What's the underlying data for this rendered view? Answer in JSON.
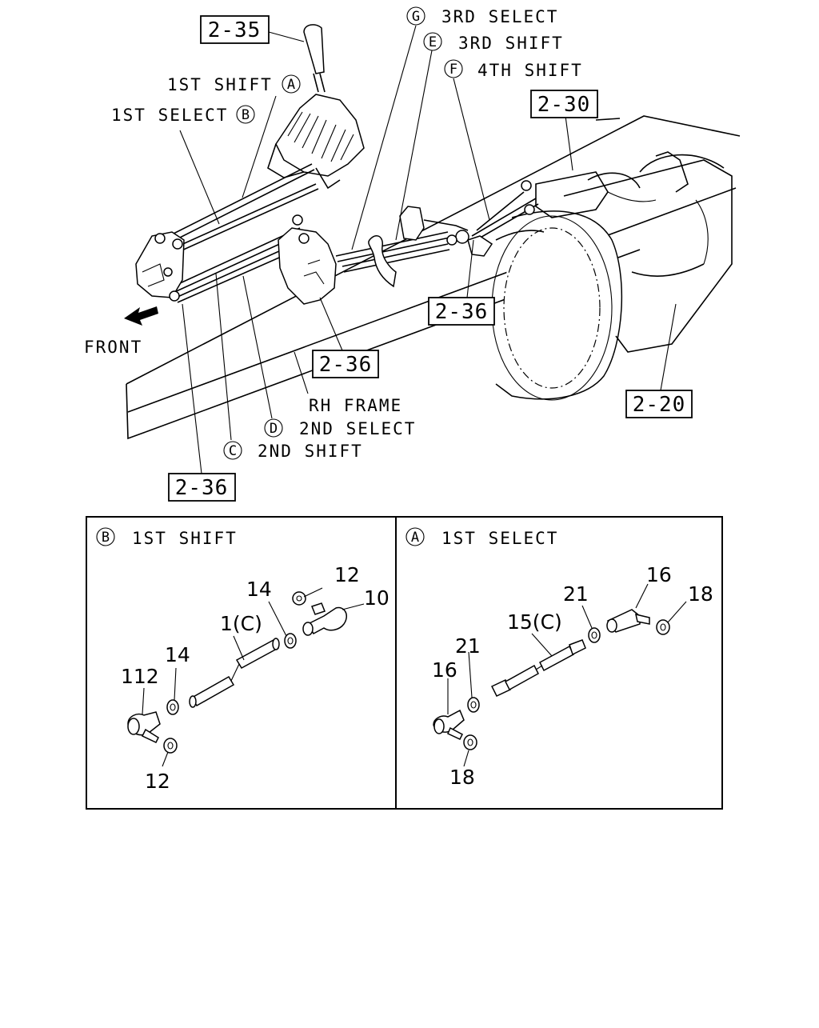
{
  "diagram": {
    "callouts": {
      "c_2_35": "2-35",
      "c_2_30": "2-30",
      "c_2_36_mid": "2-36",
      "c_2_36_center": "2-36",
      "c_2_36_bottom": "2-36",
      "c_2_20": "2-20"
    },
    "letters": {
      "a": "A",
      "b": "B",
      "c": "C",
      "d": "D",
      "e": "E",
      "f": "F",
      "g": "G"
    },
    "labels": {
      "third_select": "3RD SELECT",
      "third_shift": "3RD SHIFT",
      "fourth_shift": "4TH SHIFT",
      "first_shift": "1ST SHIFT",
      "first_select": "1ST SELECT",
      "front": "FRONT",
      "rh_frame": "RH FRAME",
      "second_select": "2ND SELECT",
      "second_shift": "2ND SHIFT"
    },
    "detail_left": {
      "letter": "B",
      "title": "1ST SHIFT",
      "parts": {
        "p12_top": "12",
        "p14_top": "14",
        "p10": "10",
        "p1c": "1(C)",
        "p14_left": "14",
        "p112": "112",
        "p12_bottom": "12"
      }
    },
    "detail_right": {
      "letter": "A",
      "title": "1ST SELECT",
      "parts": {
        "p16_top": "16",
        "p21_top": "21",
        "p18_top": "18",
        "p15c": "15(C)",
        "p21_left": "21",
        "p16_left": "16",
        "p18_bottom": "18"
      }
    }
  }
}
